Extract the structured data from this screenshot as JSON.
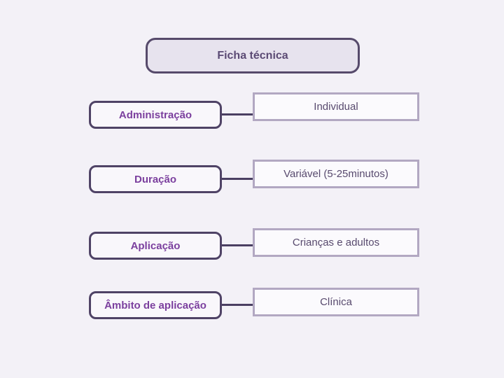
{
  "title": "Ficha técnica",
  "rows": [
    {
      "label": "Administração",
      "value": "Individual"
    },
    {
      "label": "Duração",
      "value": "Variável (5-25minutos)"
    },
    {
      "label": "Aplicação",
      "value": "Crianças e adultos"
    },
    {
      "label": "Âmbito de aplicação",
      "value": "Clínica"
    }
  ],
  "colors": {
    "bg": "#f3f1f7",
    "title-fill": "#e7e3ee",
    "title-border": "#564a6b",
    "title-text": "#5b4a74",
    "label-fill": "#f9f7fb",
    "label-border": "#4f4366",
    "label-text": "#7b3f9e",
    "value-fill": "#fbfafd",
    "value-border": "#b2a8c2",
    "value-text": "#584a6e",
    "connector": "#4a3f62"
  }
}
